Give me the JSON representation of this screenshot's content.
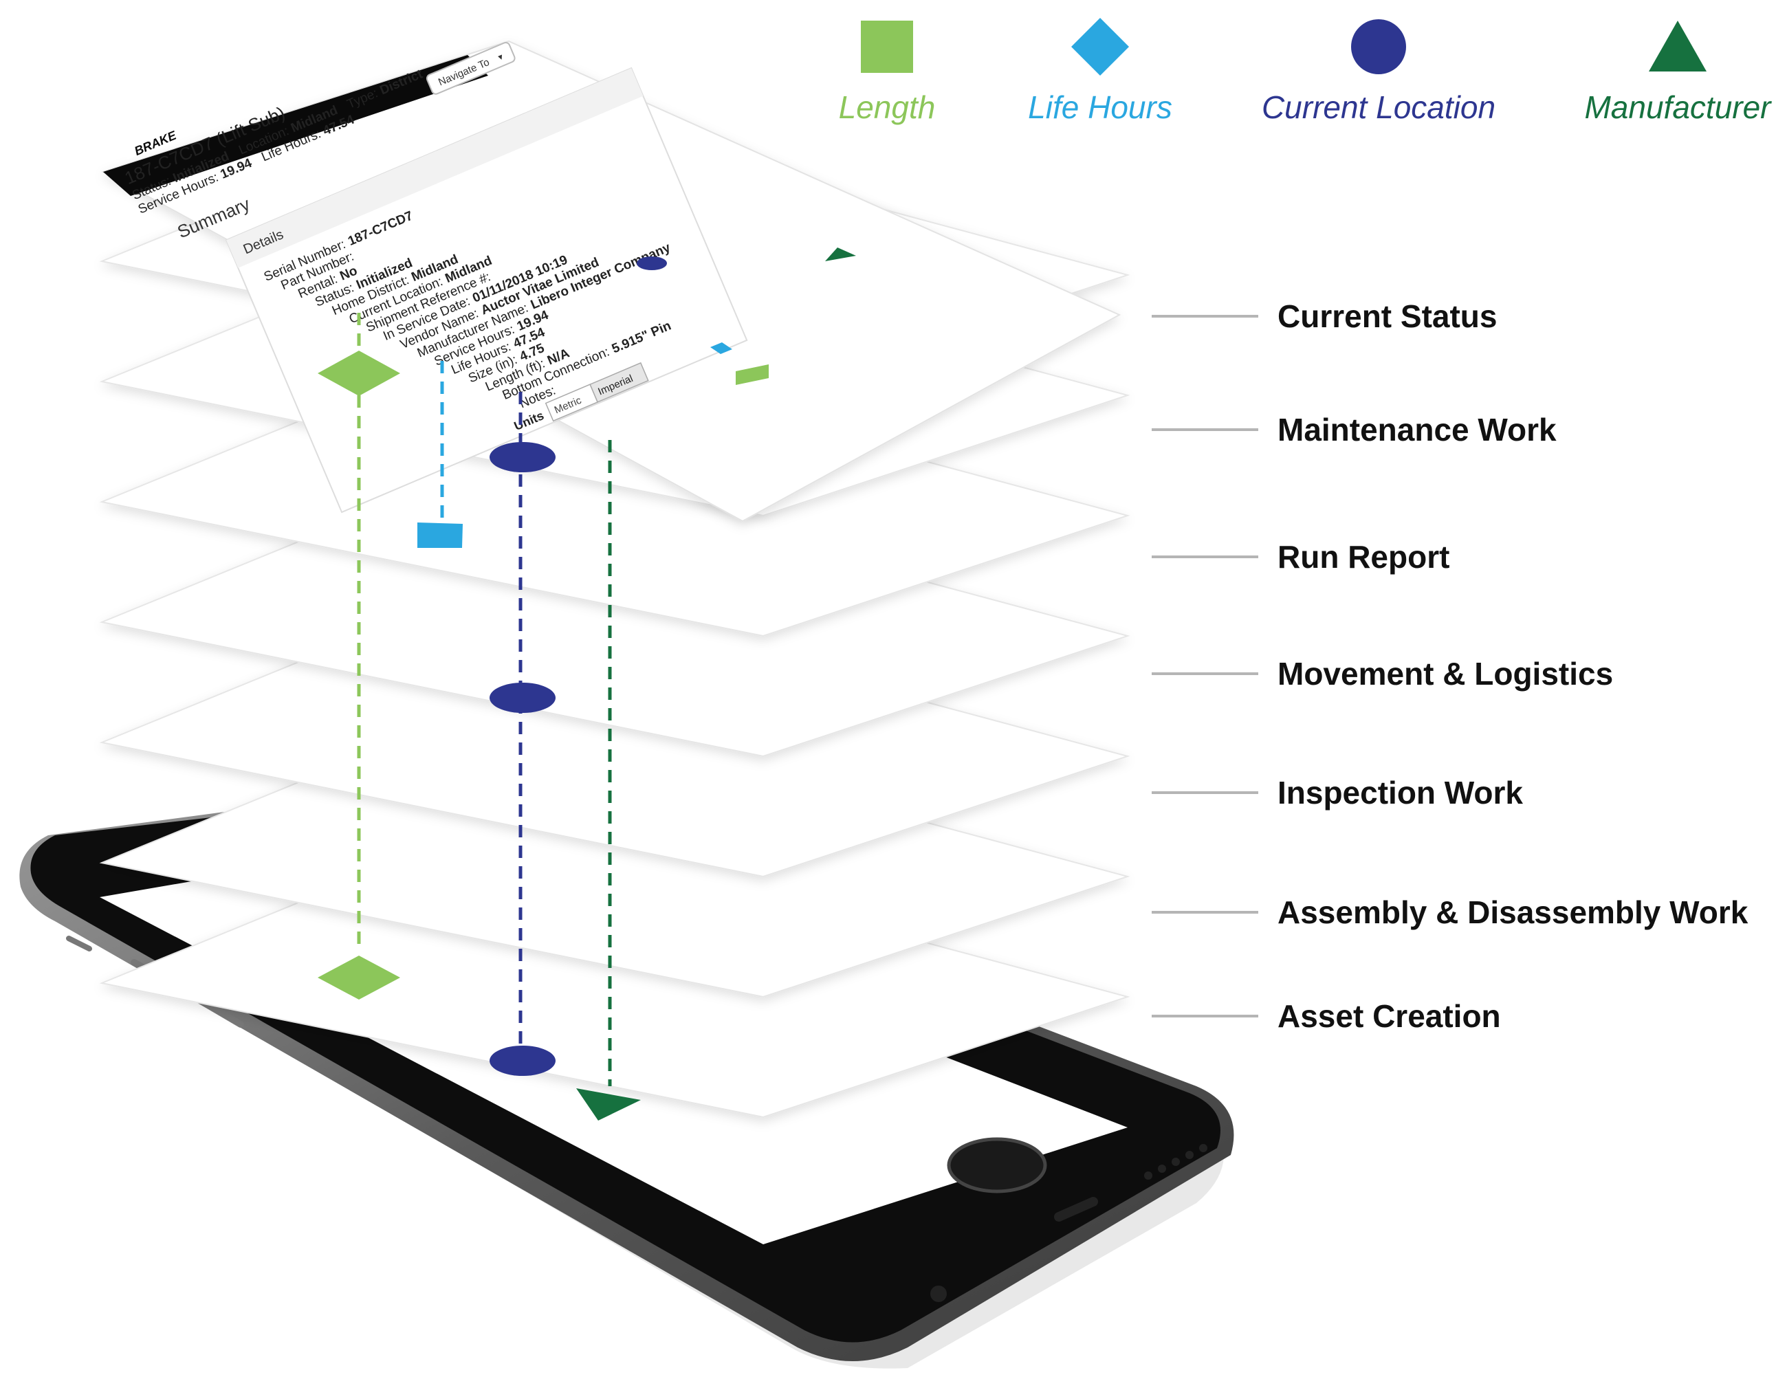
{
  "legend": [
    {
      "label": "Length",
      "shape": "square",
      "color": "#8cc65a"
    },
    {
      "label": "Life Hours",
      "shape": "diamond",
      "color": "#2aa7e0"
    },
    {
      "label": "Current Location",
      "shape": "circle",
      "color": "#2d3690"
    },
    {
      "label": "Manufacturer",
      "shape": "triangle",
      "color": "#16713f"
    }
  ],
  "layers": [
    "Current Status",
    "Maintenance Work",
    "Run Report",
    "Movement & Logistics",
    "Inspection Work",
    "Assembly & Disassembly Work",
    "Asset Creation"
  ],
  "app": {
    "logo": "BRAKE",
    "menu_icon": "hamburger-menu-icon",
    "title": "187-C7CD7 (Lift Sub)",
    "status_line": {
      "status_label": "Status:",
      "status_value": "Initialized",
      "location_label": "Location:",
      "location_value": "Midland",
      "type_label": "Type:",
      "type_value": "District"
    },
    "hours_line": {
      "service_label": "Service Hours:",
      "service_value": "19.94",
      "life_label": "Life Hours:",
      "life_value": "47.54"
    },
    "navigate_button": "Navigate To",
    "section_title": "Summary",
    "panel_title": "Details",
    "details": [
      {
        "label": "Serial Number:",
        "value": "187-C7CD7"
      },
      {
        "label": "Part Number:",
        "value": ""
      },
      {
        "label": "Rental:",
        "value": "No"
      },
      {
        "label": "Status:",
        "value": "Initialized"
      },
      {
        "label": "Home District:",
        "value": "Midland"
      },
      {
        "label": "Current Location:",
        "value": "Midland"
      },
      {
        "label": "Shipment Reference #:",
        "value": ""
      },
      {
        "label": "In Service Date:",
        "value": "01/11/2018 10:19"
      },
      {
        "label": "Vendor Name:",
        "value": "Auctor Vitae Limited"
      },
      {
        "label": "Manufacturer Name:",
        "value": "Libero Integer Company"
      },
      {
        "label": "Service Hours:",
        "value": "19.94"
      },
      {
        "label": "Life Hours:",
        "value": "47.54"
      },
      {
        "label": "Size (in):",
        "value": "4.75"
      },
      {
        "label": "Length (ft):",
        "value": "N/A"
      },
      {
        "label": "Bottom Connection:",
        "value": "5.915\" Pin"
      },
      {
        "label": "Notes:",
        "value": ""
      }
    ],
    "units_label": "Units",
    "units_options": [
      "Metric",
      "Imperial"
    ]
  }
}
